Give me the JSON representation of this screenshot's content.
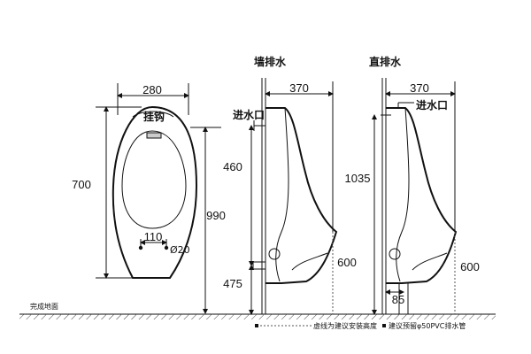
{
  "front_view": {
    "width_label": "280",
    "height_label": "700",
    "total_height_label": "990",
    "hook_label": "挂钩",
    "drain_spacing_label": "110",
    "drain_diameter_label": "Ø20"
  },
  "wall_drain_view": {
    "title": "墙排水",
    "depth_label": "370",
    "inlet_label": "进水口",
    "inlet_height_label": "460",
    "drain_height_label": "475",
    "bottom_height_label": "600"
  },
  "floor_drain_view": {
    "title": "直排水",
    "depth_label": "370",
    "inlet_label": "进水口",
    "inlet_height_label": "1035",
    "drain_offset_label": "85",
    "bottom_height_label": "600"
  },
  "ground_label": "完成地面",
  "legend": {
    "dotted_text": "虚线为建议安装高度",
    "pipe_text": "建议预留φ50PVC排水管"
  }
}
